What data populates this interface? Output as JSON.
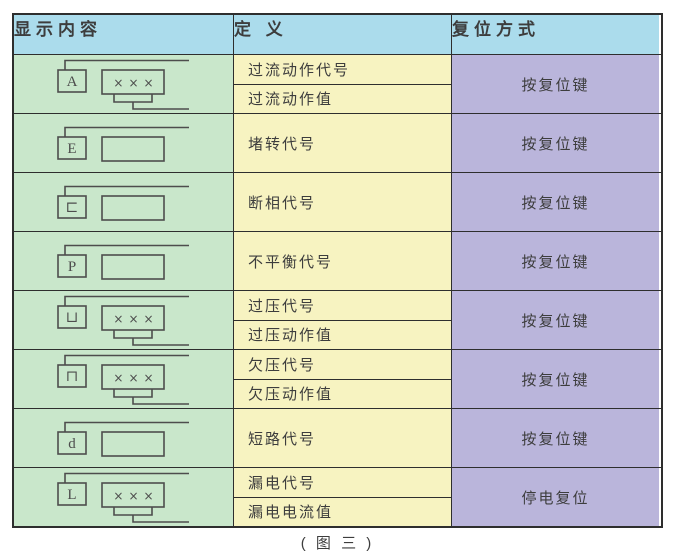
{
  "table": {
    "headers": [
      {
        "label": "显示内容"
      },
      {
        "label": "定 义"
      },
      {
        "label": "复位方式"
      }
    ],
    "rows": [
      {
        "icon": {
          "letter": "A",
          "value": "×××",
          "has_output_tap": true
        },
        "definitions": [
          "过流动作代号",
          "过流动作值"
        ],
        "reset": "按复位键"
      },
      {
        "icon": {
          "letter": "E",
          "value": "",
          "has_output_tap": false
        },
        "definitions": [
          "堵转代号"
        ],
        "reset": "按复位键"
      },
      {
        "icon": {
          "letter": "⊏",
          "value": "",
          "has_output_tap": false
        },
        "definitions": [
          "断相代号"
        ],
        "reset": "按复位键"
      },
      {
        "icon": {
          "letter": "P",
          "value": "",
          "has_output_tap": false
        },
        "definitions": [
          "不平衡代号"
        ],
        "reset": "按复位键"
      },
      {
        "icon": {
          "letter": "⊔",
          "value": "×××",
          "has_output_tap": true
        },
        "definitions": [
          "过压代号",
          "过压动作值"
        ],
        "reset": "按复位键"
      },
      {
        "icon": {
          "letter": "⊓",
          "value": "×××",
          "has_output_tap": true
        },
        "definitions": [
          "欠压代号",
          "欠压动作值"
        ],
        "reset": "按复位键"
      },
      {
        "icon": {
          "letter": "d",
          "value": "",
          "has_output_tap": false
        },
        "definitions": [
          "短路代号"
        ],
        "reset": "按复位键"
      },
      {
        "icon": {
          "letter": "L",
          "value": "×××",
          "has_output_tap": true
        },
        "definitions": [
          "漏电代号",
          "漏电电流值"
        ],
        "reset": "停电复位"
      }
    ]
  },
  "caption": "( 图 三 )",
  "colors": {
    "header_bg": "#abdcec",
    "display_col_bg": "#c9e7cb",
    "definition_col_bg": "#f7f3c1",
    "reset_col_bg": "#bab5db",
    "border": "#2e2e2e",
    "icon_stroke": "#4d4d4d",
    "text": "#3d3d3d"
  }
}
